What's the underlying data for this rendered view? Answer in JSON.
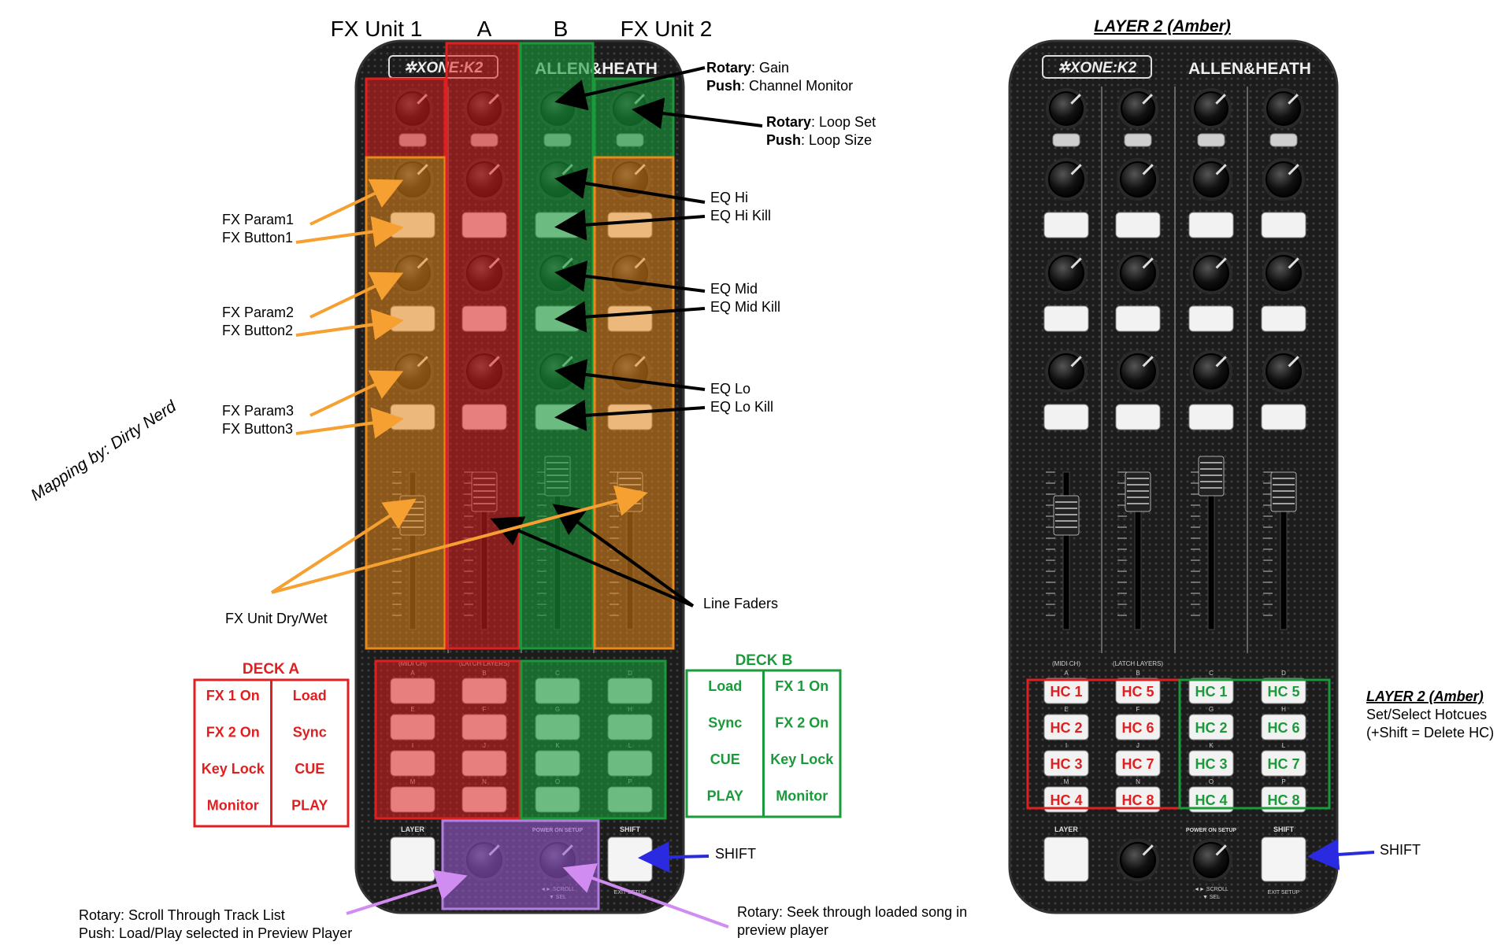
{
  "headers": {
    "fx_unit_1": "FX Unit 1",
    "deck_a": "A",
    "deck_b": "B",
    "fx_unit_2": "FX Unit 2",
    "layer2_title": "LAYER 2 (Amber)"
  },
  "brand": {
    "xone_logo": "✲XONE:K2",
    "allen_heath": "ALLEN&HEATH"
  },
  "hardware_labels": {
    "midi_ch": "(MIDI CH)",
    "latch_layers": "(LATCH LAYERS)",
    "layer": "LAYER",
    "shift": "SHIFT",
    "power_on_setup": "POWER ON SETUP",
    "exit_setup": "EXIT SETUP",
    "scroll": "◄► SCROLL",
    "sel": "▼ SEL",
    "grid_letters": [
      "A",
      "B",
      "C",
      "D",
      "E",
      "F",
      "G",
      "H",
      "I",
      "J",
      "K",
      "L",
      "M",
      "N",
      "O",
      "P"
    ]
  },
  "callouts": {
    "gain_rotary_bold": "Rotary",
    "gain_rotary_text": ": Gain",
    "gain_push_bold": "Push",
    "gain_push_text": ": Channel Monitor",
    "loop_rotary_bold": "Rotary",
    "loop_rotary_text": ": Loop Set",
    "loop_push_bold": "Push",
    "loop_push_text": ": Loop Size",
    "eq_hi": "EQ Hi",
    "eq_hi_kill": "EQ Hi Kill",
    "eq_mid": "EQ Mid",
    "eq_mid_kill": "EQ Mid Kill",
    "eq_lo": "EQ Lo",
    "eq_lo_kill": "EQ Lo Kill",
    "fx_param1": "FX Param1",
    "fx_button1": "FX Button1",
    "fx_param2": "FX Param2",
    "fx_button2": "FX Button2",
    "fx_param3": "FX Param3",
    "fx_button3": "FX Button3",
    "mapping_by": "Mapping by: Dirty Nerd",
    "fx_dry_wet": "FX Unit Dry/Wet",
    "line_faders": "Line Faders",
    "shift": "SHIFT",
    "scroll_rotary": "Rotary: Scroll Through Track List",
    "scroll_push": "Push: Load/Play selected in Preview Player",
    "seek_line1": "Rotary: Seek through loaded song in",
    "seek_line2": "preview player",
    "layer2_note_title": "LAYER 2 (Amber)",
    "layer2_note_line1": "Set/Select Hotcues",
    "layer2_note_line2": "(+Shift = Delete HC)",
    "shift_right": "SHIFT"
  },
  "deck_a": {
    "title": "DECK A",
    "left": [
      "FX 1 On",
      "FX 2 On",
      "Key Lock",
      "Monitor"
    ],
    "right": [
      "Load",
      "Sync",
      "CUE",
      "PLAY"
    ]
  },
  "deck_b": {
    "title": "DECK B",
    "left": [
      "Load",
      "Sync",
      "CUE",
      "PLAY"
    ],
    "right": [
      "FX 1 On",
      "FX 2 On",
      "Key Lock",
      "Monitor"
    ]
  },
  "hotcues": {
    "col1": [
      "HC 1",
      "HC 2",
      "HC 3",
      "HC 4"
    ],
    "col2": [
      "HC 5",
      "HC 6",
      "HC 7",
      "HC 8"
    ],
    "col3": [
      "HC 1",
      "HC 2",
      "HC 3",
      "HC 4"
    ],
    "col4": [
      "HC 5",
      "HC 6",
      "HC 7",
      "HC 8"
    ]
  },
  "colors": {
    "fx_orange": "#e8891a",
    "deck_a_red": "#e02020",
    "deck_b_green": "#1a9a3a",
    "browse_purple": "#b27ee0",
    "shift_blue": "#2a2ae0",
    "arrow_black": "#000000",
    "arrow_orange": "#f5a030",
    "arrow_violet": "#d08cf0"
  }
}
